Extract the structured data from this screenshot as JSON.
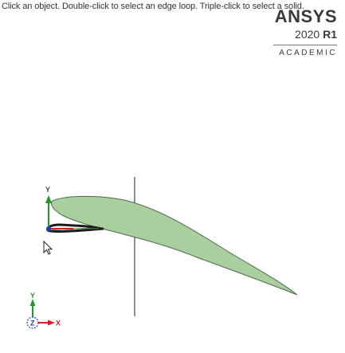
{
  "viewport": {
    "status_hint": "Click an object. Double-click to select an edge loop. Triple-click to select a solid."
  },
  "brand": {
    "name": "ANSYS",
    "version_year": "2020",
    "version_release": "R1",
    "edition": "ACADEMIC"
  },
  "model_axes": {
    "y_label": "Y"
  },
  "triad": {
    "y_label": "Y",
    "z_label": "Z",
    "x_label": "X"
  },
  "colors": {
    "airfoil_fill": "#a9cf9f",
    "airfoil_edge": "#4e6a4a",
    "selected_edge": "#1a1a1a",
    "axis_x": "#d42020",
    "axis_y": "#1f9a2a",
    "axis_z": "#2040c0",
    "sketch_line": "#3b3f6e"
  },
  "icons": {
    "cursor": "mouse-pointer-icon"
  }
}
